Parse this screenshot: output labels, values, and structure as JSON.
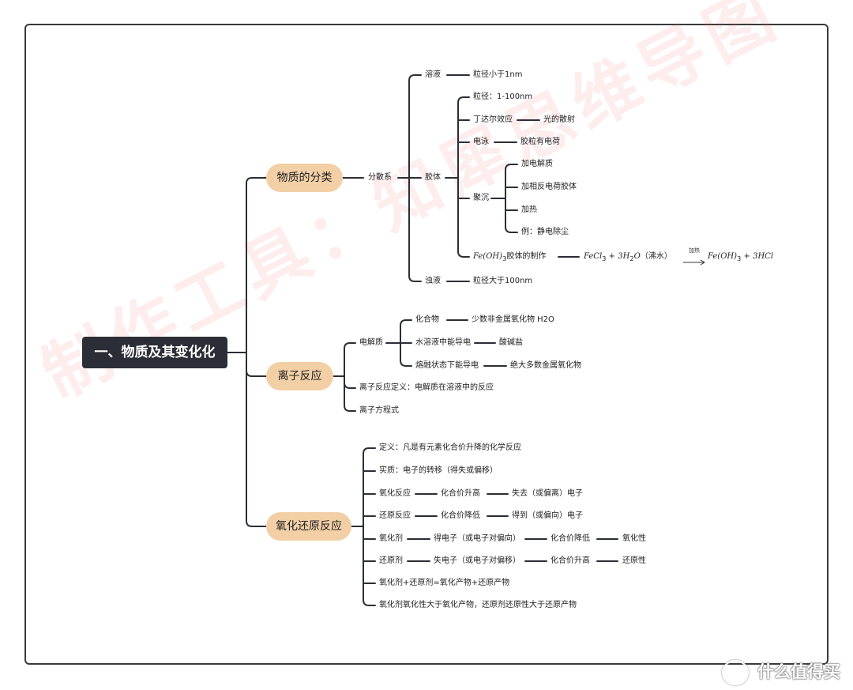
{
  "root": "一、物质及其变化化",
  "watermark": "制作工具：知犀思维导图",
  "brand": "什么值得买",
  "branch1": {
    "label": "物质的分类",
    "child": "分散系",
    "solution": {
      "label": "溶液",
      "desc": "粒径小于1nm"
    },
    "colloid": {
      "label": "胶体",
      "size": "粒径：1-100nm",
      "tyndall": "丁达尔效应",
      "tyndall_desc": "光的散射",
      "electrophoresis": "电泳",
      "electrophoresis_desc": "胶粒有电荷",
      "coagulation": "聚沉",
      "coag_items": [
        "加电解质",
        "加相反电荷胶体",
        "加热",
        "例：静电除尘"
      ],
      "prep_formula": "Fe(OH)",
      "prep_sub": "3",
      "prep_suffix": "胶体的制作",
      "eq_left1": "FeCl",
      "eq_left1_sub": "3",
      "eq_plus": " + 3H",
      "eq_left2_sub": "2",
      "eq_left2": "O",
      "eq_cond": "（沸水）",
      "eq_arrow_label": "加热",
      "eq_right1": "Fe(OH)",
      "eq_right1_sub": "3",
      "eq_right2": " + 3HCl"
    },
    "suspension": {
      "label": "浊液",
      "desc": "粒径大于100nm"
    }
  },
  "branch2": {
    "label": "离子反应",
    "electrolyte": "电解质",
    "items": [
      {
        "label": "化合物",
        "desc": "少数非金属氧化物 H2O"
      },
      {
        "label": "水溶液中能导电",
        "desc": "酸碱盐"
      },
      {
        "label": "熔融状态下能导电",
        "desc": "绝大多数金属氧化物"
      }
    ],
    "definition": "离子反应定义：电解质在溶液中的反应",
    "equation": "离子方程式"
  },
  "branch3": {
    "label": "氧化还原反应",
    "definition": "定义：凡是有元素化合价升降的化学反应",
    "essence": "实质：电子的转移（得失或偏移）",
    "oxidation": {
      "label": "氧化反应",
      "a": "化合价升高",
      "b": "失去（或偏离）电子"
    },
    "reduction": {
      "label": "还原反应",
      "a": "化合价降低",
      "b": "得到（或偏向）电子"
    },
    "oxidant": {
      "label": "氧化剂",
      "a": "得电子（或电子对偏向）",
      "b": "化合价降低",
      "c": "氧化性"
    },
    "reductant": {
      "label": "还原剂",
      "a": "失电子（或电子对偏移）",
      "b": "化合价升高",
      "c": "还原性"
    },
    "sum": "氧化剂+还原剂=氧化产物+还原产物",
    "compare": "氧化剂氧化性大于氧化产物，还原剂还原性大于还原产物"
  },
  "colors": {
    "root_bg": "#2b2e36",
    "pill_bg": "#f3cfa6",
    "line": "#2b2e36",
    "watermark": "#ee6e6e"
  }
}
